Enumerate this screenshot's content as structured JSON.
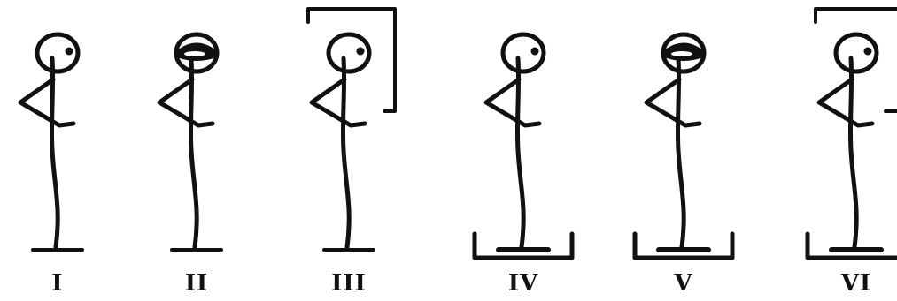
{
  "colors": {
    "ink": "#111111",
    "background": "#ffffff"
  },
  "figures": [
    {
      "label": "I",
      "head_shading": false,
      "upper_box": false,
      "floor_box": false,
      "hand_mark": false
    },
    {
      "label": "II",
      "head_shading": true,
      "upper_box": false,
      "floor_box": false,
      "hand_mark": false
    },
    {
      "label": "III",
      "head_shading": false,
      "upper_box": true,
      "floor_box": false,
      "hand_mark": false
    },
    {
      "label": "IV",
      "head_shading": false,
      "upper_box": false,
      "floor_box": true,
      "hand_mark": false
    },
    {
      "label": "V",
      "head_shading": true,
      "upper_box": false,
      "floor_box": true,
      "hand_mark": false
    },
    {
      "label": "VI",
      "head_shading": false,
      "upper_box": true,
      "floor_box": true,
      "hand_mark": true
    }
  ]
}
